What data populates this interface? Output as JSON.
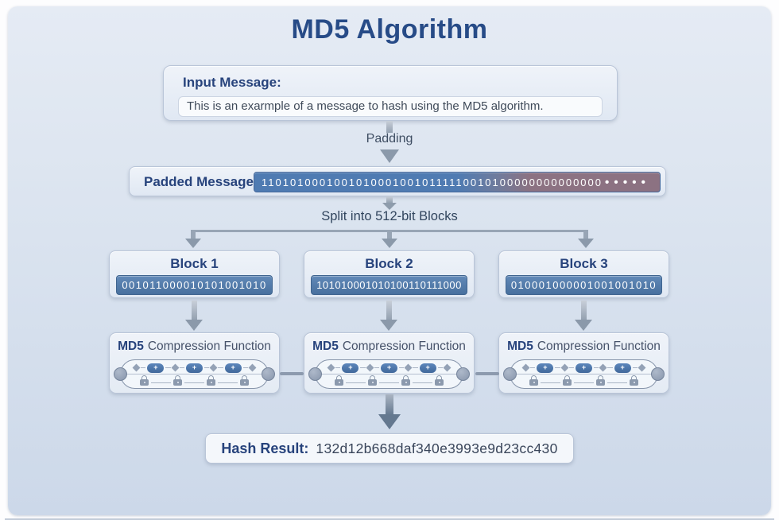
{
  "title": "MD5 Algorithm",
  "input_card": {
    "label": "Input Message:",
    "value": "This is an exarmple of a message to hash using the MD5 algorithm."
  },
  "padding_arrow_label": "Padding",
  "padded_card": {
    "label": "Padded Message",
    "bits": "11010100010010100010010111110010100000000000000",
    "trailing_dots": "• • • • •"
  },
  "split_label": "Split into 512-bit Blocks",
  "blocks": [
    {
      "label": "Block 1",
      "bits": "001011000010101001010"
    },
    {
      "label": "Block 2",
      "bits": "101010001010100110111000"
    },
    {
      "label": "Block 3",
      "bits": "010001000001001001010"
    }
  ],
  "compression_card": {
    "prefix": "MD5",
    "label": "Compression Function"
  },
  "hash_card": {
    "label": "Hash Result:",
    "value": "132d12b668daf340e3993e9d23cc430"
  },
  "icons": {
    "add_operation_symbol": "+"
  },
  "colors": {
    "accent_navy": "#274b87",
    "bits_blue": "#4f7bb2",
    "bits_mauve": "#8c7282",
    "block_bits_blue": "#5580b0",
    "arrow_gray": "#8e9cac",
    "panel_top": "#e5ebf4",
    "panel_bottom": "#ccd8e9"
  }
}
